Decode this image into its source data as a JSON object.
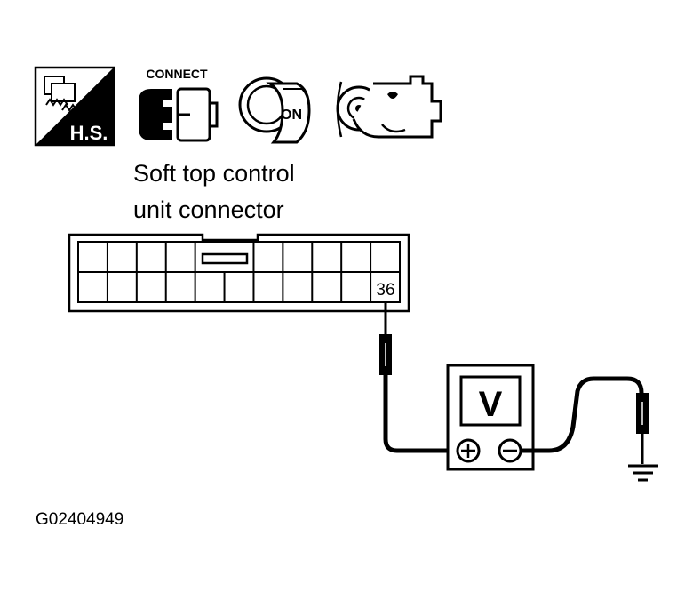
{
  "icons": {
    "hs_label": "H.S.",
    "connect_label": "CONNECT",
    "ignition_label": "ON"
  },
  "connector": {
    "label_line1": "Soft top control",
    "label_line2": "unit connector",
    "terminal": "36"
  },
  "meter": {
    "display": "V",
    "plus_symbol": "+",
    "minus_symbol": "−"
  },
  "figure_code": "G02404949",
  "colors": {
    "ink": "#000000",
    "paper": "#ffffff"
  }
}
